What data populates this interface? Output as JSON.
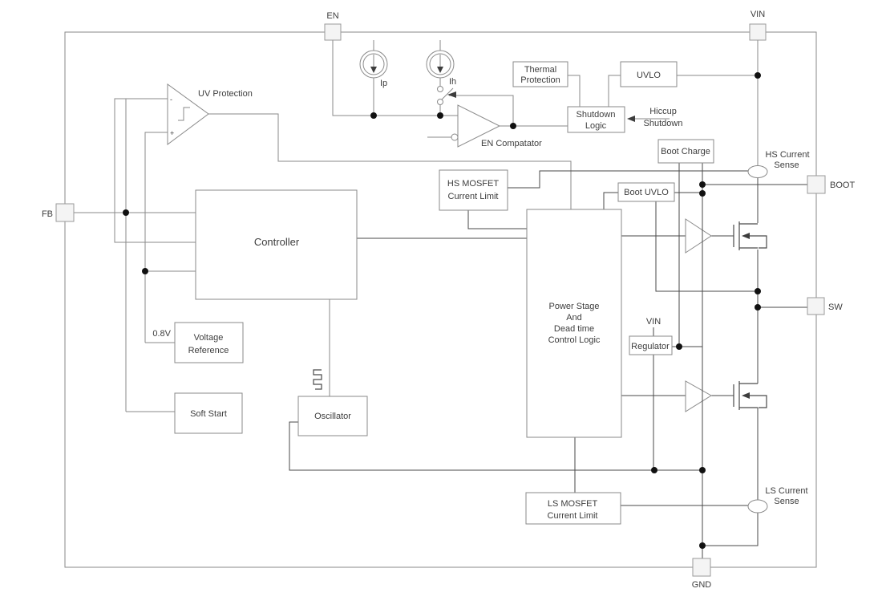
{
  "diagram_type": "dc-dc buck converter functional block diagram",
  "colors": {
    "background": "#ffffff",
    "wire": "#8a8a8a",
    "dark_wire": "#4a4a4a",
    "junction_dot": "#111111",
    "text": "#3d3d3d",
    "pin_fill": "#f4f4f4"
  },
  "pins": {
    "en": "EN",
    "vin": "VIN",
    "fb": "FB",
    "boot": "BOOT",
    "sw": "SW",
    "gnd": "GND"
  },
  "labels": {
    "ip": "Ip",
    "ih": "Ih",
    "en_comparator": "EN Compatator",
    "uv_protection": "UV Protection",
    "minus": "-",
    "plus": "+",
    "hiccup_line1": "Hiccup",
    "hiccup_line2": "Shutdown",
    "hs_current_sense_line1": "HS Current",
    "hs_current_sense_line2": "Sense",
    "ls_current_sense_line1": "LS Current",
    "ls_current_sense_line2": "Sense",
    "ref_voltage": "0.8V",
    "vin_internal": "VIN"
  },
  "blocks": {
    "thermal_protection_line1": "Thermal",
    "thermal_protection_line2": "Protection",
    "uvlo": "UVLO",
    "shutdown_logic_line1": "Shutdown",
    "shutdown_logic_line2": "Logic",
    "boot_charge": "Boot Charge",
    "boot_uvlo": "Boot UVLO",
    "hs_mosfet_current_limit_line1": "HS MOSFET",
    "hs_mosfet_current_limit_line2": "Current Limit",
    "controller": "Controller",
    "power_stage_line1": "Power Stage",
    "power_stage_line2": "And",
    "power_stage_line3": "Dead time",
    "power_stage_line4": "Control Logic",
    "regulator": "Regulator",
    "voltage_reference_line1": "Voltage",
    "voltage_reference_line2": "Reference",
    "soft_start": "Soft Start",
    "oscillator": "Oscillator",
    "ls_mosfet_current_limit_line1": "LS MOSFET",
    "ls_mosfet_current_limit_line2": "Current Limit"
  }
}
